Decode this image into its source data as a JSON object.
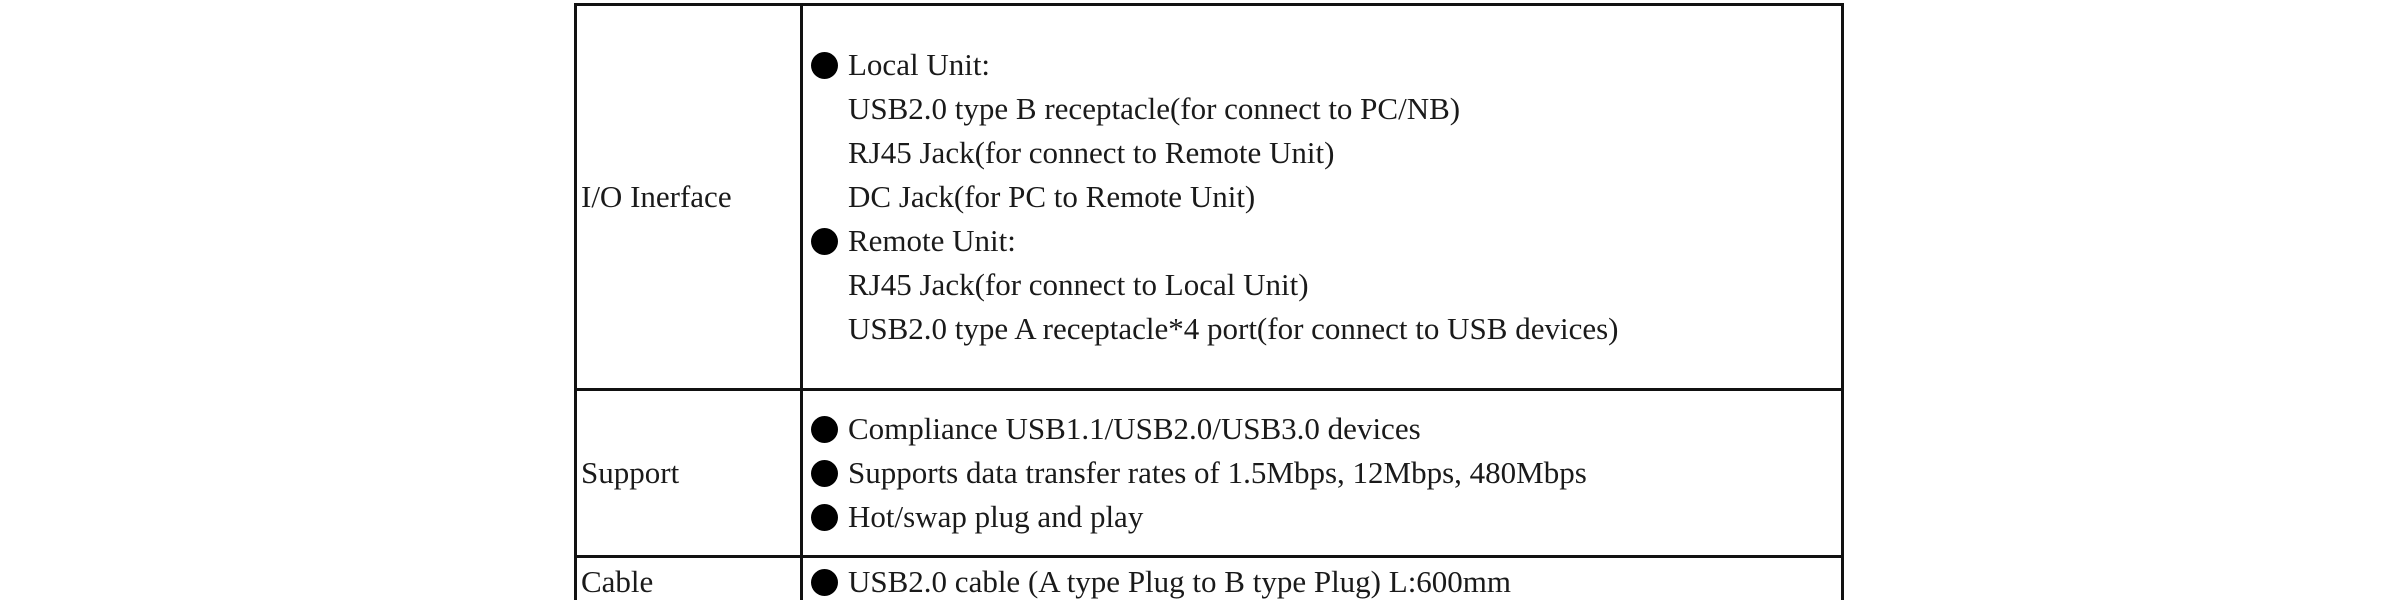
{
  "spec": {
    "rows": [
      {
        "label": "I/O Inerface",
        "lines": [
          {
            "bullet": true,
            "text": "Local Unit:"
          },
          {
            "bullet": false,
            "text": "USB2.0 type B receptacle(for connect to PC/NB)"
          },
          {
            "bullet": false,
            "text": "RJ45 Jack(for connect to Remote Unit)"
          },
          {
            "bullet": false,
            "text": "DC Jack(for PC to Remote Unit)"
          },
          {
            "bullet": true,
            "text": "Remote Unit:"
          },
          {
            "bullet": false,
            "text": "RJ45 Jack(for connect to Local Unit)"
          },
          {
            "bullet": false,
            "text": "USB2.0 type A receptacle*4 port(for connect to USB devices)"
          }
        ]
      },
      {
        "label": "Support",
        "lines": [
          {
            "bullet": true,
            "text": "Compliance USB1.1/USB2.0/USB3.0 devices"
          },
          {
            "bullet": true,
            "text": "Supports data transfer rates of 1.5Mbps, 12Mbps, 480Mbps"
          },
          {
            "bullet": true,
            "text": "Hot/swap plug and play"
          }
        ]
      },
      {
        "label": "Cable",
        "lines": [
          {
            "bullet": true,
            "text": "USB2.0 cable (A type Plug to B type Plug) L:600mm"
          }
        ]
      }
    ]
  },
  "icons": {
    "bullet": "black-circle-bullet-icon"
  },
  "colors": {
    "text": "#1a1a1a",
    "border": "#111111",
    "background": "#ffffff"
  }
}
